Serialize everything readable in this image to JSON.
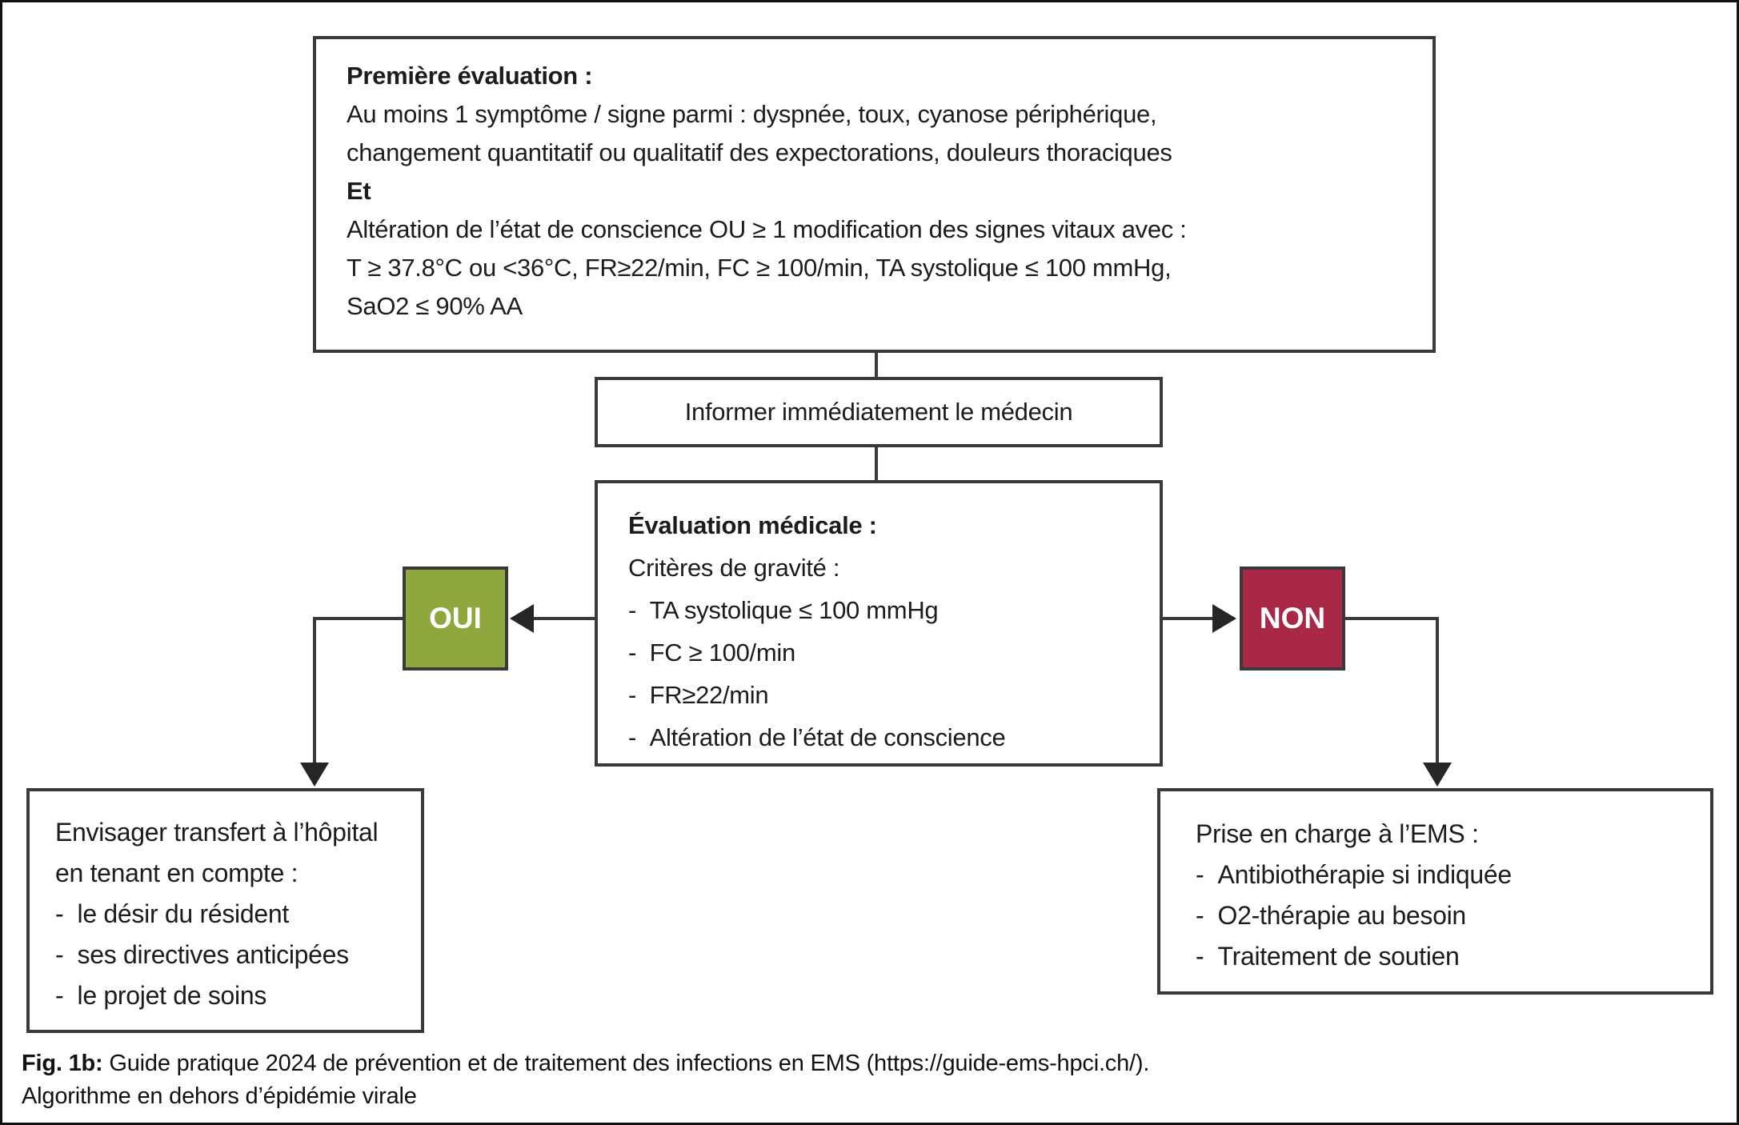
{
  "colors": {
    "oui_green": "#8ea83e",
    "non_red": "#a82845",
    "connector": "#3a3a3c"
  },
  "boxes": {
    "premiere": {
      "lines": [
        "Première évaluation :",
        "Au moins 1 symptôme / signe parmi : dyspnée, toux, cyanose périphérique,",
        "changement quantitatif ou qualitatif des expectorations, douleurs thoraciques",
        "Et",
        "Altération de l’état de conscience OU ≥ 1 modification des signes vitaux avec :",
        "T ≥ 37.8°C ou <36°C, FR≥22/min, FC ≥ 100/min, TA systolique ≤ 100 mmHg,",
        "SaO2 ≤ 90% AA"
      ]
    },
    "informer": {
      "text": "Informer immédiatement le médecin"
    },
    "evaluation": {
      "lines": [
        "Évaluation médicale :",
        "Critères de gravité :",
        "-  TA systolique ≤ 100 mmHg",
        "-  FC ≥ 100/min",
        "-  FR≥22/min",
        "-  Altération de l’état de conscience"
      ]
    },
    "oui": {
      "label": "OUI"
    },
    "non": {
      "label": "NON"
    },
    "hopital": {
      "lines": [
        "Envisager transfert à l’hôpital",
        "en tenant en compte :",
        "-  le désir du résident",
        "-  ses directives anticipées",
        "-  le projet de soins"
      ]
    },
    "ems": {
      "lines": [
        "Prise en charge à l’EMS :",
        "-  Antibiothérapie si indiquée",
        "-  O2-thérapie au besoin",
        "-  Traitement de soutien"
      ]
    }
  },
  "caption": {
    "label": "Fig. 1b:",
    "text": " Guide pratique 2024 de prévention et de traitement des infections en EMS (https://guide-ems-hpci.ch/).",
    "line2": "Algorithme en dehors d’épidémie virale"
  }
}
